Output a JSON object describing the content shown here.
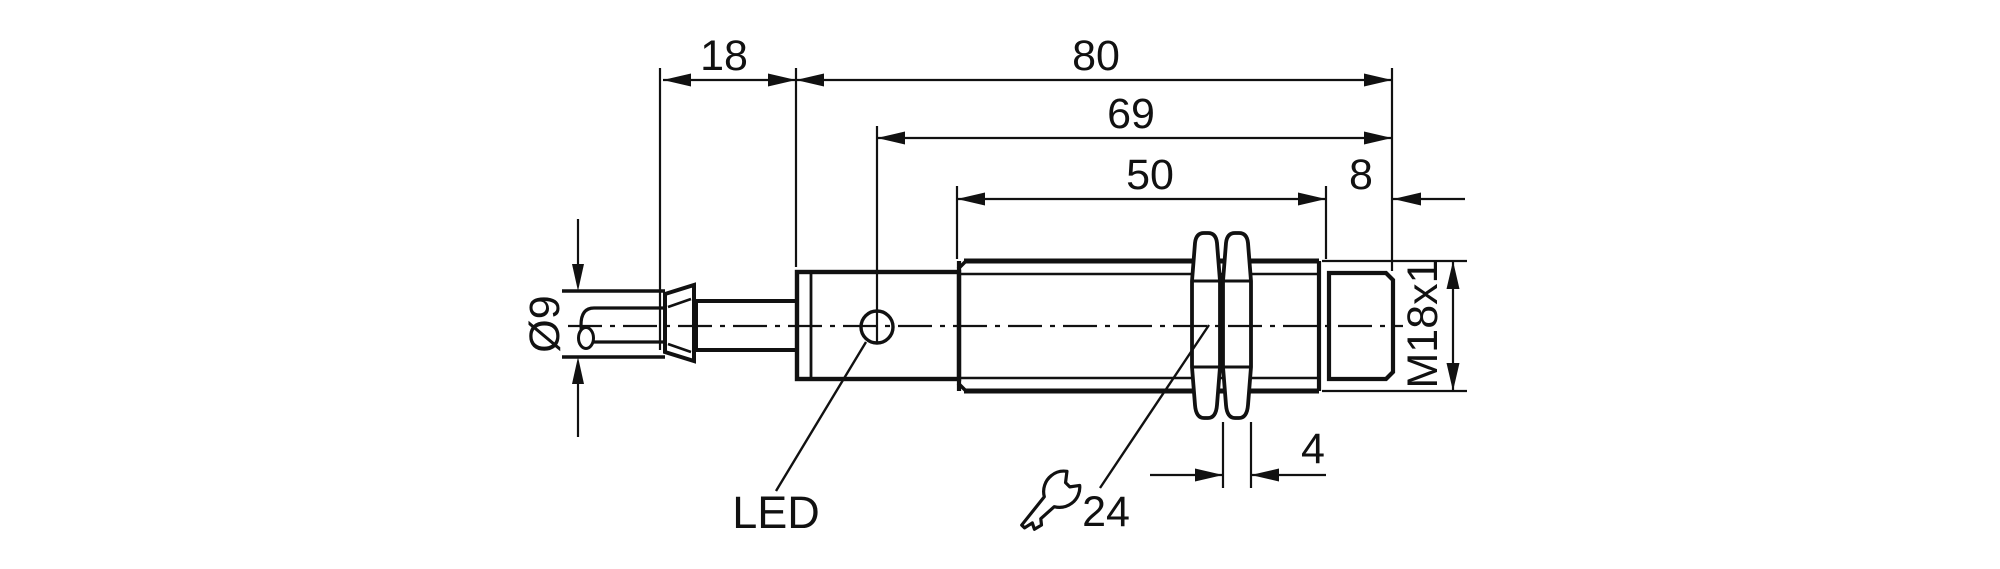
{
  "diagram": {
    "dim_cable_fitting": "18",
    "dim_body_length": "80",
    "dim_led_position": "69",
    "dim_thread_length": "50",
    "dim_head_length": "8",
    "dim_nut_thickness": "4",
    "cable_diameter": "Ø9",
    "led_label": "LED",
    "wrench_size": "24",
    "thread_spec": "M18x1"
  },
  "colors": {
    "line": "#111111",
    "background": "#ffffff"
  }
}
